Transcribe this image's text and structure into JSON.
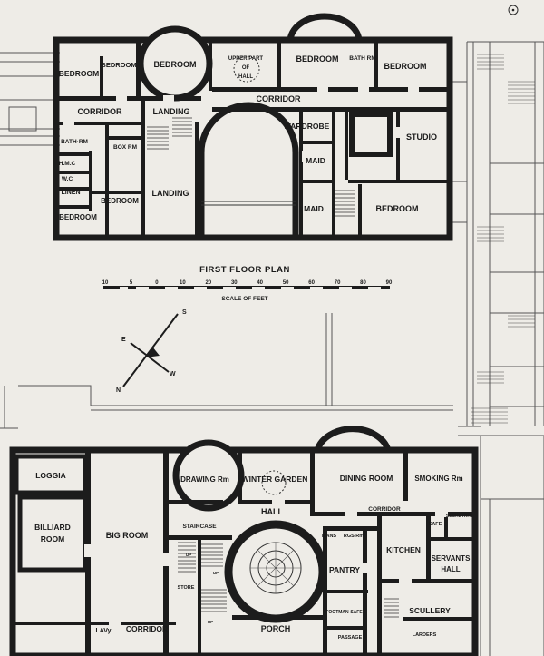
{
  "upper_plan": {
    "title": "FIRST FLOOR PLAN",
    "rooms": {
      "bedroom_nw": "BEDROOM",
      "bedroom_nw2": "BEDROOM",
      "bedroom_round": "BEDROOM",
      "upper_part_1": "UPPER PART",
      "upper_part_2": "OF",
      "upper_part_3": "HALL",
      "bedroom_n": "BEDROOM",
      "bath_ne": "BATH RM",
      "bedroom_ne": "BEDROOM",
      "corridor_w": "CORRIDOR",
      "landing_top": "LANDING",
      "corridor_n": "CORRIDOR",
      "wardrobe": "WARDROBE",
      "studio": "STUDIO",
      "bath_w": "BATH·RM",
      "box_rm": "BOX RM",
      "hmc": "H.M.C",
      "wc": "W.C",
      "linen": "LINEN",
      "maid_1": "MAID",
      "landing_low": "LANDING",
      "bedroom_sw": "BEDROOM",
      "bedroom_sw2": "BEDROOM",
      "maid_2": "MAID",
      "bedroom_se": "BEDROOM"
    }
  },
  "scale": {
    "ticks": [
      "10",
      "5",
      "0",
      "10",
      "20",
      "30",
      "40",
      "50",
      "60",
      "70",
      "80",
      "90"
    ],
    "label": "SCALE OF FEET"
  },
  "compass": {
    "s": "S",
    "e": "E",
    "w": "W",
    "n": "N"
  },
  "ground_plan": {
    "rooms": {
      "loggia": "LOGGIA",
      "billiard_1": "BILLIARD",
      "billiard_2": "ROOM",
      "big_room": "BIG ROOM",
      "drawing": "DRAWING Rm",
      "winter_garden": "WINTER GARDEN",
      "dining": "DINING   ROOM",
      "smoking": "SMOKING Rm",
      "hall": "HALL",
      "corridor_e": "CORRIDOR",
      "safe": "SAFE",
      "secretary": "SECRETARY",
      "staircase": "STAIRCASE",
      "mans": "MANS",
      "rgs_rm": "RGS Rm",
      "kitchen": "KITCHEN",
      "servants_1": "SERVANTS",
      "servants_2": "HALL",
      "pantry": "PANTRY",
      "store": "STORE",
      "footman": "FOOTMAN",
      "safe2": "SAFE",
      "scullery": "SCULLERY",
      "lav": "LAVy",
      "corridor_s": "CORRIDOR",
      "porch": "PORCH",
      "passage": "PASSAGE",
      "larders": "LARDERS",
      "up_1": "UP",
      "up_2": "UP",
      "up_3": "UP"
    }
  }
}
